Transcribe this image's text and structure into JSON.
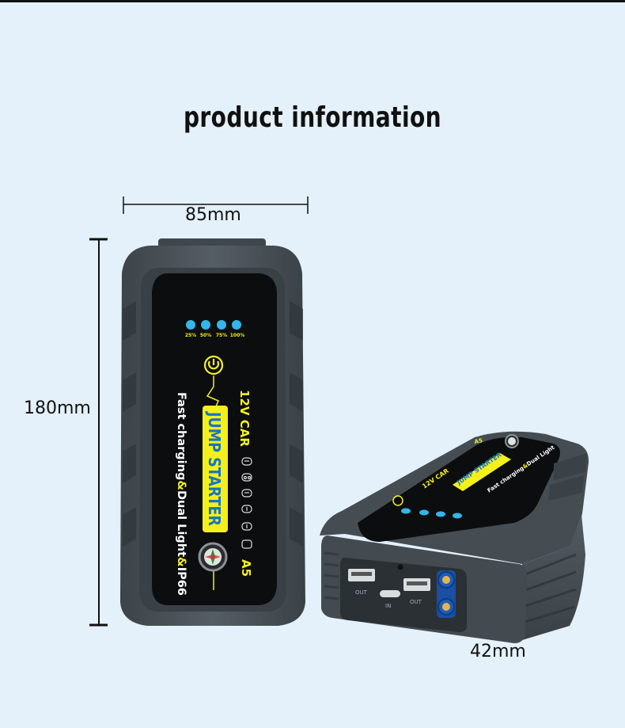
{
  "title": "product information",
  "dimensions": {
    "width": "85mm",
    "height": "180mm",
    "depth": "42mm"
  },
  "device": {
    "battery_levels": [
      "25%",
      "50%",
      "75%",
      "100%"
    ],
    "voltage_label": "12V CAR",
    "product_name": "JUMP STARTER",
    "features_line_1": "Fast charging",
    "features_amp_1": "&",
    "features_line_2": "Dual Light",
    "features_amp_2": "&",
    "features_line_3": "IP66",
    "model": "A5",
    "port_labels": [
      "OUT",
      "IN",
      "OUT"
    ],
    "icons": [
      "power-icon",
      "flashlight-icon",
      "car-icon",
      "battery-icon",
      "light-icon",
      "usb-icon",
      "compass-icon"
    ],
    "colors": {
      "body": "#4a5359",
      "face": "#0c0d0e",
      "accent_yellow": "#f4f01c",
      "led_blue": "#33b6ea"
    }
  }
}
